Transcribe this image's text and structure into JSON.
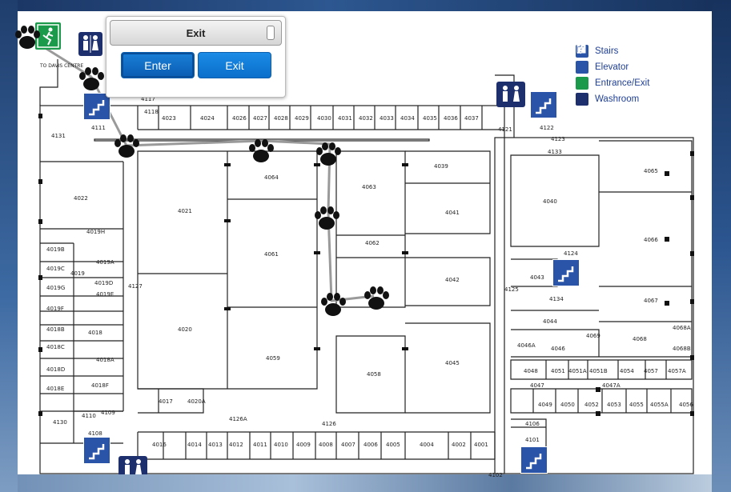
{
  "popup": {
    "selected_value": "Exit",
    "buttons": {
      "enter": "Enter",
      "exit": "Exit"
    }
  },
  "legend": [
    {
      "label": "Stairs",
      "icon": "stairs-icon"
    },
    {
      "label": "Elevator",
      "icon": "elevator-icon"
    },
    {
      "label": "Entrance/Exit",
      "icon": "exit-sign-icon"
    },
    {
      "label": "Washroom",
      "icon": "washroom-icon"
    }
  ],
  "map": {
    "note": "TO DAVIS CENTRE",
    "route_icon": "paw-print-icon",
    "rooms": [
      "4131",
      "4111",
      "4117",
      "4118",
      "4023",
      "4024",
      "4026",
      "4027",
      "4028",
      "4029",
      "4030",
      "4031",
      "4032",
      "4033",
      "4034",
      "4035",
      "4036",
      "4037",
      "4122",
      "4121",
      "4123",
      "4133",
      "4022",
      "4021",
      "4064",
      "4063",
      "4039",
      "4041",
      "4040",
      "4065",
      "4066",
      "4061",
      "4062",
      "4042",
      "4043",
      "4124",
      "4134",
      "4019H",
      "4019B",
      "4019A",
      "4019C",
      "4019D",
      "4019G",
      "4019E",
      "4019F",
      "4127",
      "4125",
      "4067",
      "4018B",
      "4018",
      "4018C",
      "4018A",
      "4018D",
      "4018E",
      "4018F",
      "4020",
      "4059",
      "4058",
      "4045",
      "4044",
      "4046A",
      "4046",
      "4069",
      "4068",
      "4068A",
      "4068B",
      "4048",
      "4051",
      "4051A",
      "4051B",
      "4054",
      "4057",
      "4057A",
      "4047",
      "4047A",
      "4049",
      "4050",
      "4052",
      "4053",
      "4055",
      "4055A",
      "4056",
      "4017",
      "4020A",
      "4126A",
      "4126",
      "4130",
      "4110",
      "4109",
      "4108",
      "4106",
      "4101",
      "4016",
      "4014",
      "4013",
      "4012",
      "4011",
      "4010",
      "4009",
      "4008",
      "4007",
      "4006",
      "4005",
      "4004",
      "4002",
      "4001",
      "4019",
      "4102"
    ]
  },
  "colors": {
    "accent": "#0a6fca",
    "legend_text": "#1f3f96",
    "route": "#9a9a9a"
  }
}
